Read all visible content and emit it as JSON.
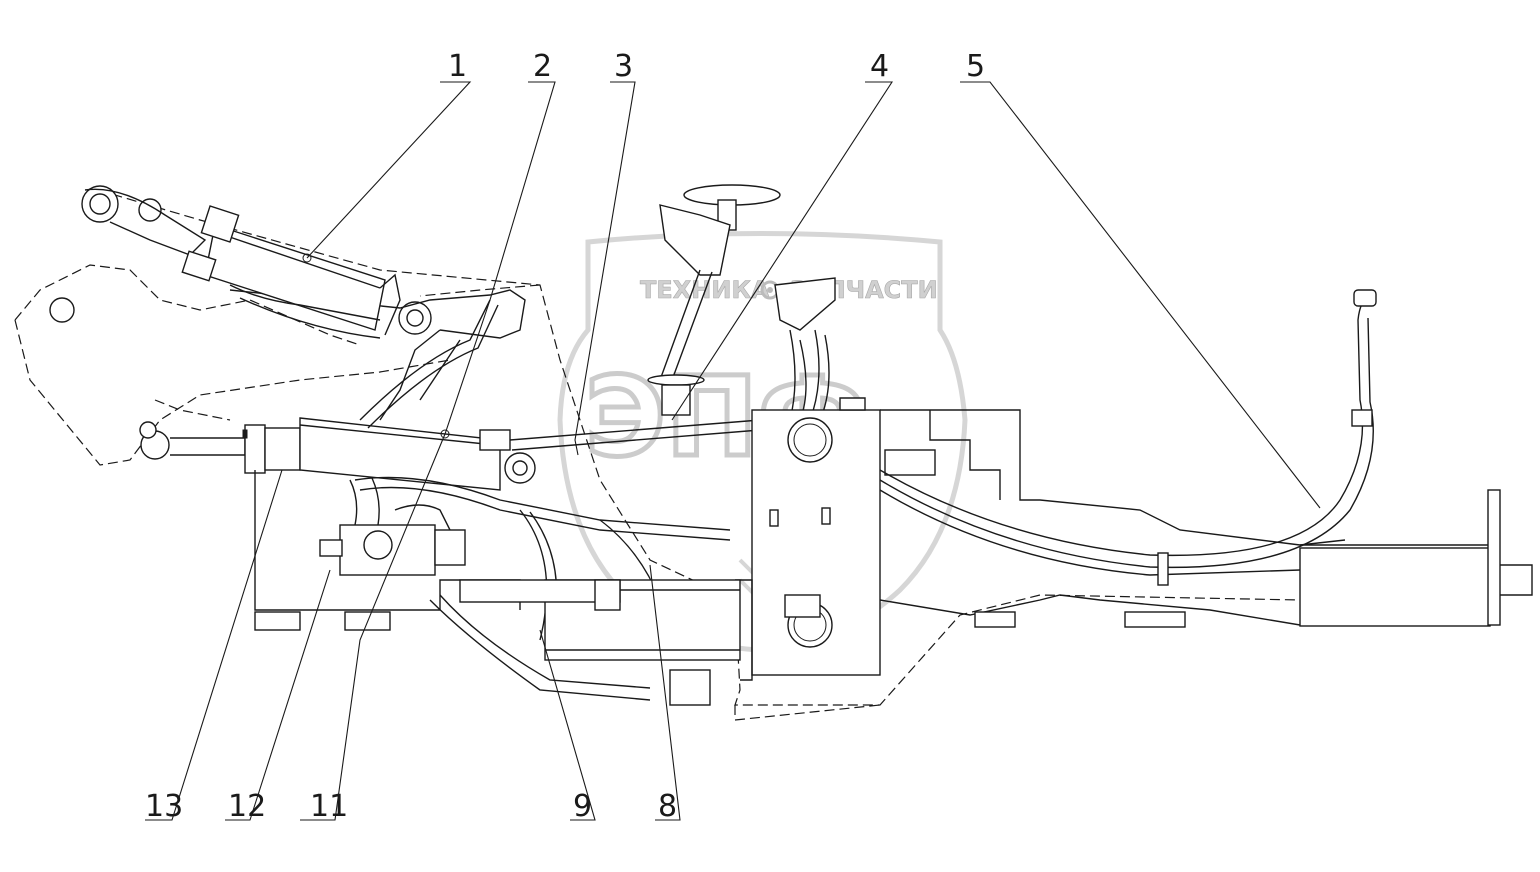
{
  "drawing": {
    "callouts": [
      {
        "id": "c1",
        "label": "1"
      },
      {
        "id": "c2",
        "label": "2"
      },
      {
        "id": "c3",
        "label": "3"
      },
      {
        "id": "c4",
        "label": "4"
      },
      {
        "id": "c5",
        "label": "5"
      },
      {
        "id": "c8",
        "label": "8"
      },
      {
        "id": "c9",
        "label": "9"
      },
      {
        "id": "c11",
        "label": "11"
      },
      {
        "id": "c12",
        "label": "12"
      },
      {
        "id": "c13",
        "label": "13"
      }
    ]
  },
  "watermark": {
    "line1_left": "ТЕХНИКА",
    "line1_right": "ЗАПЧАСТИ",
    "logo": "ЭПФ"
  }
}
